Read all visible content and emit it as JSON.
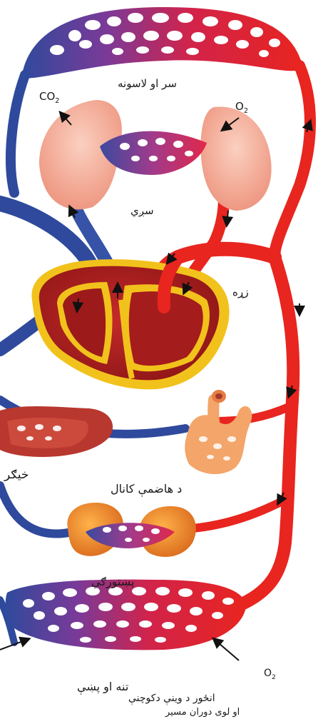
{
  "labels": {
    "head_arms": "سر او لاسونه",
    "lungs": "سږي",
    "heart": "زړه",
    "liver": "خيګر",
    "digestive_canal": "د هاضمې کانال",
    "kidneys": "پښتورګي",
    "trunk_legs": "تنه او پښې",
    "caption_line1": "انځور د وينې دکوچنې",
    "caption_line2": "او لوی دوران مسير"
  },
  "chem": {
    "co2_main": "CO",
    "co2_sub": "2",
    "o2_top_main": "O",
    "o2_top_sub": "2",
    "o2_bottom_main": "O",
    "o2_bottom_sub": "2"
  },
  "colors": {
    "oxygenated": "#e8251f",
    "deoxygenated": "#2f4a9c",
    "mixed": "#8a3a8e",
    "lung_tissue": "#f2a58f",
    "heart_wall": "#b01e1e",
    "heart_inner": "#f2c21c",
    "kidney": "#f08a1e"
  }
}
